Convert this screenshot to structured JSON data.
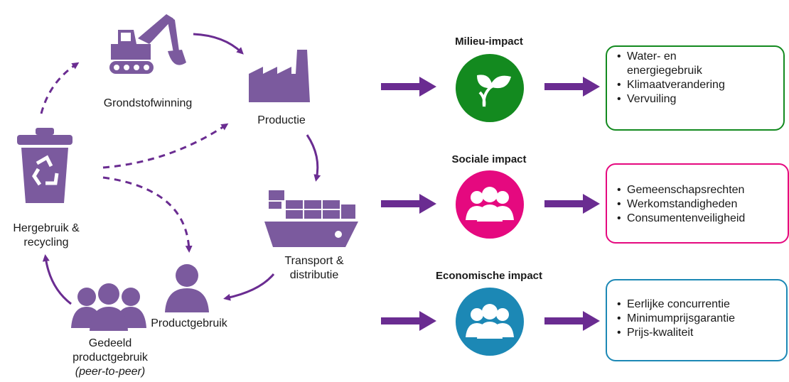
{
  "colors": {
    "purple": "#7B5A9E",
    "arrow": "#6A2C91",
    "milieu": "#138A1F",
    "sociale": "#E5097F",
    "economische": "#1C88B5"
  },
  "cycle": {
    "grondstofwinning": {
      "label": "Grondstofwinning",
      "icon": "excavator-icon"
    },
    "productie": {
      "label": "Productie",
      "icon": "factory-icon"
    },
    "transport": {
      "label1": "Transport &",
      "label2": "distributie",
      "icon": "cargo-ship-icon"
    },
    "productgebruik": {
      "label": "Productgebruik",
      "icon": "person-icon"
    },
    "gedeeld": {
      "label1": "Gedeeld",
      "label2": "productgebruik",
      "label3": "(peer-to-peer)",
      "icon": "group-icon"
    },
    "hergebruik": {
      "label1": "Hergebruik &",
      "label2": "recycling",
      "icon": "recycle-bin-icon"
    }
  },
  "impacts": [
    {
      "title": "Milieu-impact",
      "icon": "leaf-icon",
      "items": [
        "Water- en",
        "energiegebruik",
        "Klimaatverandering",
        "Vervuiling"
      ]
    },
    {
      "title": "Sociale impact",
      "icon": "group-icon",
      "items": [
        "Gemeenschapsrechten",
        "Werkomstandigheden",
        "Consumentenveiligheid"
      ]
    },
    {
      "title": "Economische impact",
      "icon": "group-icon",
      "items": [
        "Eerlijke concurrentie",
        "Minimumprijsgarantie",
        "Prijs-kwaliteit"
      ]
    }
  ]
}
